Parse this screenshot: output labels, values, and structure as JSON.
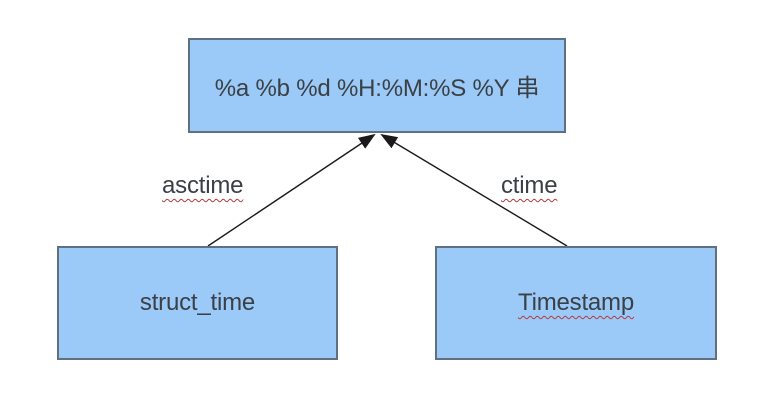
{
  "colors": {
    "background": "#ffffff",
    "box_fill": "#9bcaf8",
    "box_border": "#5f7080",
    "text": "#3a4045",
    "arrow": "#1a1a1a",
    "squiggle": "#b23b3b"
  },
  "nodes": [
    {
      "id": "format-string",
      "label": "%a %b %d %H:%M:%S %Y 串",
      "misspelled": false
    },
    {
      "id": "struct-time",
      "label": "struct_time",
      "misspelled": false
    },
    {
      "id": "timestamp",
      "label": "Timestamp",
      "misspelled": true
    }
  ],
  "edges": [
    {
      "id": "asctime",
      "label": "asctime",
      "from": "struct_time",
      "to": "format-string",
      "misspelled": true
    },
    {
      "id": "ctime",
      "label": "ctime",
      "from": "Timestamp",
      "to": "format-string",
      "misspelled": true
    }
  ]
}
